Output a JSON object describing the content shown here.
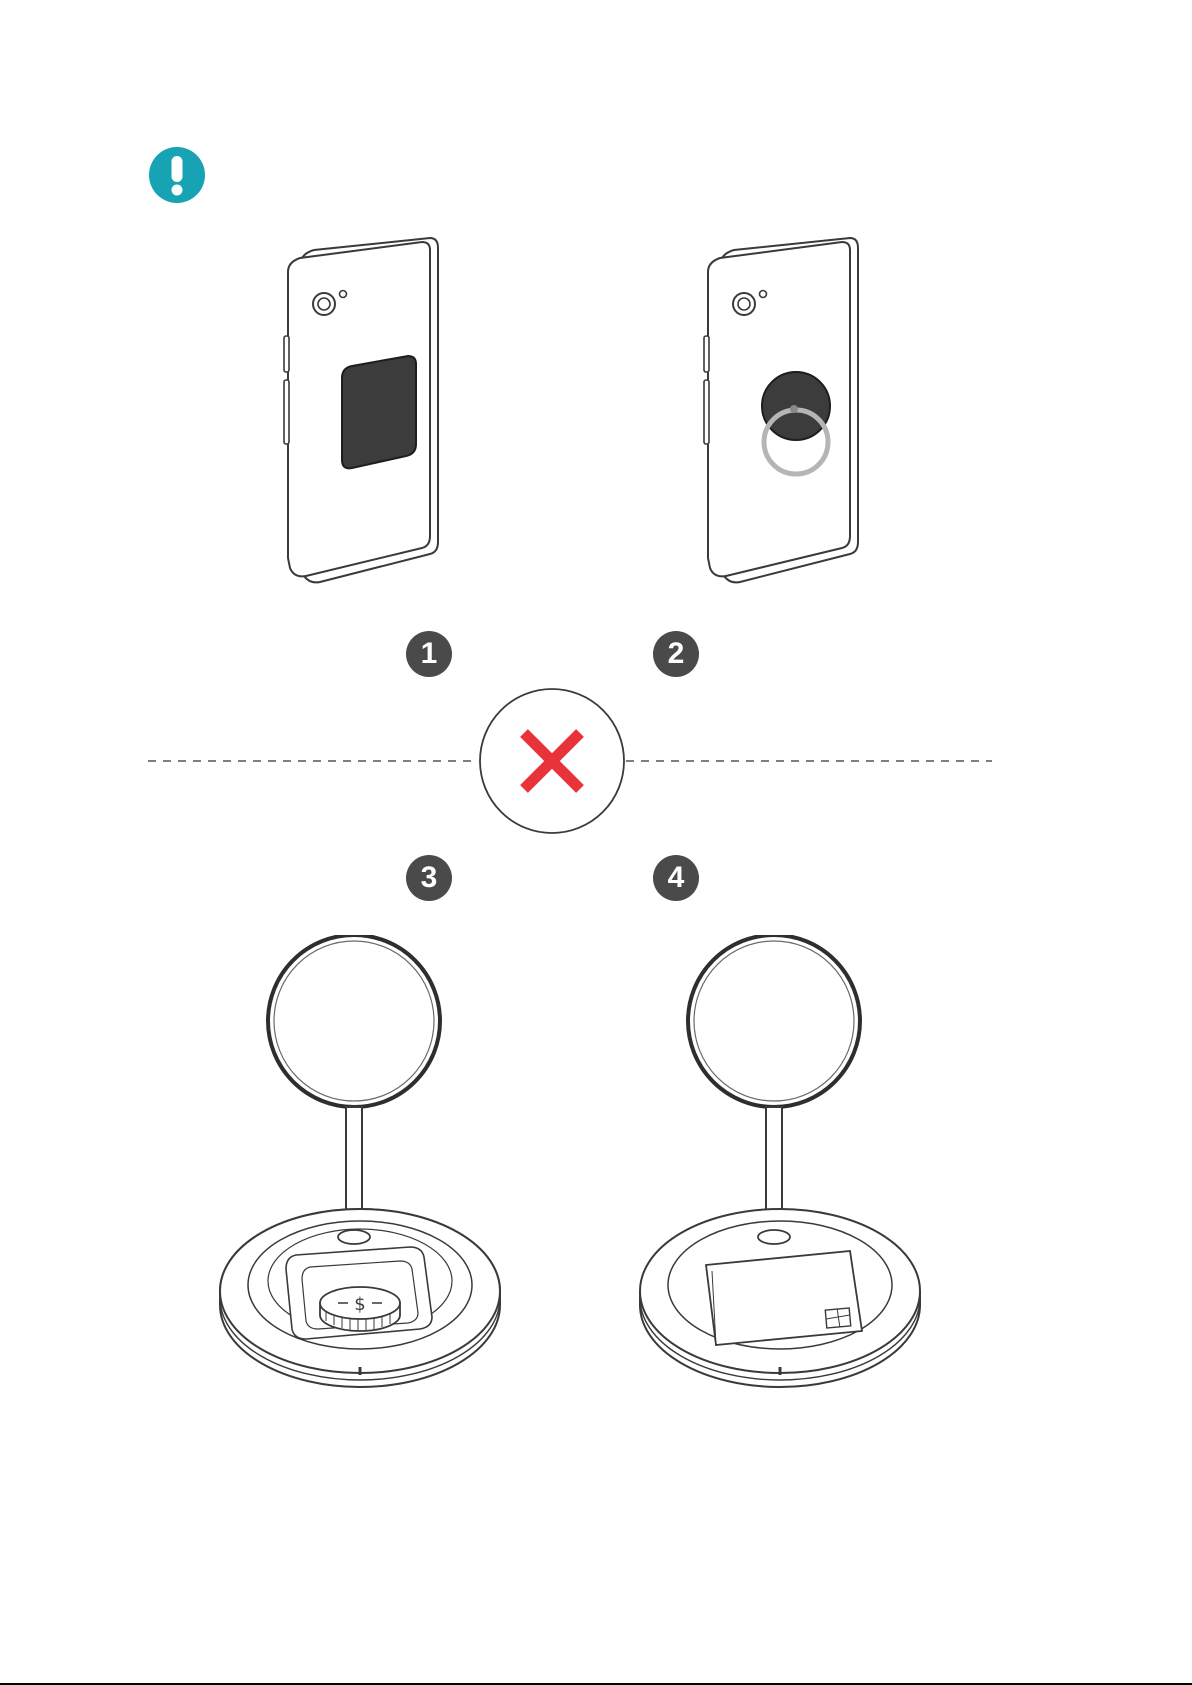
{
  "warning_icon": "exclamation-icon",
  "colors": {
    "warning": "#17a3b3",
    "cross": "#e8333a",
    "badge": "#4a4a4a",
    "outline": "#3a3a3a"
  },
  "steps": [
    {
      "number": "1",
      "object": "metal-plate-icon"
    },
    {
      "number": "2",
      "object": "ring-holder-icon"
    },
    {
      "number": "3",
      "object": "coin-icon"
    },
    {
      "number": "4",
      "object": "card-icon"
    }
  ],
  "cross_icon": "cross-icon"
}
